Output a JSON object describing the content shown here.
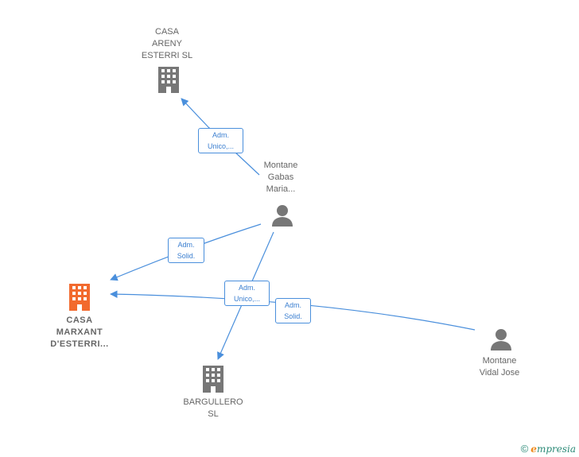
{
  "nodes": {
    "casa_areny": {
      "label": "CASA\nARENY\nESTERRI  SL",
      "type": "company",
      "color": "#777777"
    },
    "casa_marxant": {
      "label": "CASA\nMARXANT\nD'ESTERRI...",
      "type": "company",
      "color": "#f26a2e"
    },
    "bargullero": {
      "label": "BARGULLERO\nSL",
      "type": "company",
      "color": "#777777"
    },
    "montane_gabas": {
      "label": "Montane\nGabas\nMaria...",
      "type": "person",
      "color": "#777777"
    },
    "montane_vidal": {
      "label": "Montane\nVidal Jose",
      "type": "person",
      "color": "#777777"
    }
  },
  "edges": [
    {
      "from": "montane_gabas",
      "to": "casa_areny",
      "label": "Adm.\nUnico,..."
    },
    {
      "from": "montane_gabas",
      "to": "casa_marxant",
      "label": "Adm.\nSolid."
    },
    {
      "from": "montane_gabas",
      "to": "bargullero",
      "label": "Adm.\nUnico,..."
    },
    {
      "from": "montane_vidal",
      "to": "casa_marxant",
      "label": "Adm.\nSolid."
    }
  ],
  "colors": {
    "edge": "#4a8fdc",
    "main_node": "#f26a2e",
    "node": "#777777"
  },
  "footer": {
    "copyright": "©",
    "brand_initial": "e",
    "brand_rest": "mpresia"
  }
}
